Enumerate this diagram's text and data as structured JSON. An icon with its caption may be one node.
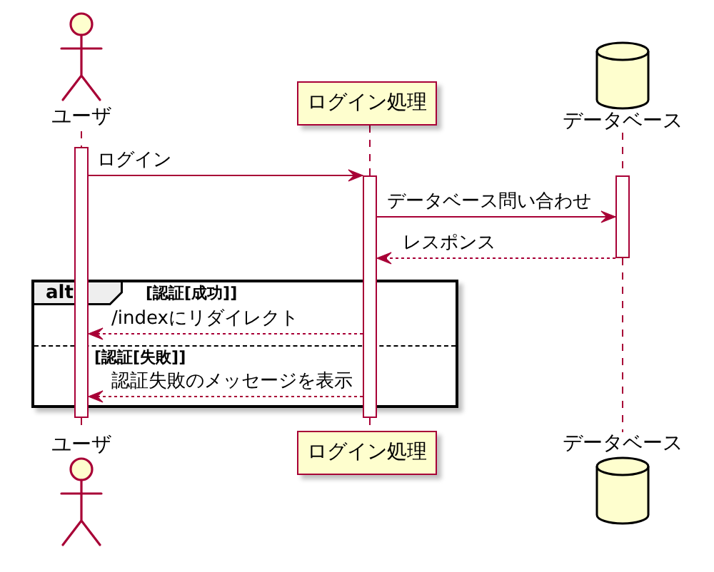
{
  "diagram": {
    "nodes": [
      {
        "text": [
          "ユーザ"
        ]
      },
      {
        "text": [
          "ログイン処理"
        ]
      },
      {
        "text": [
          "データベース"
        ]
      },
      {
        "text": [],
        "shape": "bar"
      },
      {
        "text": [],
        "shape": "bar"
      },
      {
        "text": [],
        "shape": "bar"
      },
      {
        "text": [
          "ユーザ"
        ]
      },
      {
        "text": [
          "ログイン処理"
        ]
      },
      {
        "text": [
          "データベース"
        ]
      }
    ],
    "edges": [
      {
        "from": 0,
        "to": 3,
        "arrow": "none",
        "style": "dashed"
      },
      {
        "from": 1,
        "to": 4,
        "arrow": "none",
        "style": "dashed"
      },
      {
        "from": 2,
        "to": 5,
        "arrow": "none",
        "style": "dashed"
      },
      {
        "from": 3,
        "to": 4,
        "arrow": "to",
        "label": "ログイン"
      },
      {
        "from": 4,
        "to": 5,
        "arrow": "to",
        "label": "データベース問い合わせ"
      },
      {
        "from": 5,
        "to": 4,
        "arrow": "to",
        "label": "レスポンス",
        "style": "dashed"
      },
      {
        "from": 4,
        "to": 3,
        "arrow": "to",
        "label": "/indexにリダイレクト",
        "style": "dashed"
      },
      {
        "from": 4,
        "to": 3,
        "arrow": "to",
        "label": "認証失敗のメッセージを表示",
        "style": "dashed"
      },
      {
        "from": 3,
        "to": 6,
        "arrow": "none",
        "style": "dashed"
      },
      {
        "from": 4,
        "to": 7,
        "arrow": "none",
        "style": "dashed"
      },
      {
        "from": 5,
        "to": 8,
        "arrow": "none",
        "style": "dashed"
      }
    ],
    "labels": [
      "alt",
      "[認証[成功]]",
      "[認証[失敗]]"
    ]
  }
}
